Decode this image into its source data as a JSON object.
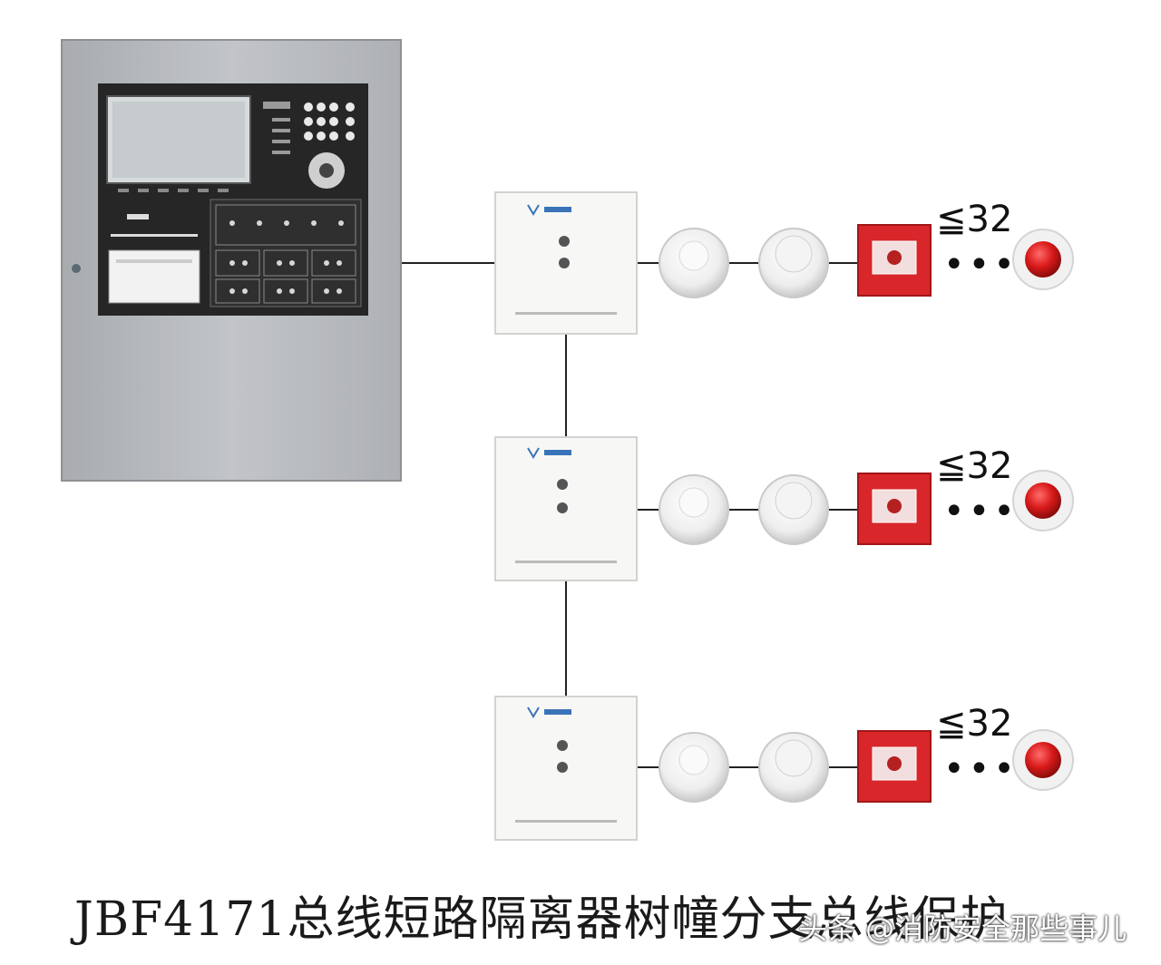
{
  "caption": "JBF4171总线短路隔离器树幢分支总线保护",
  "watermark": "头条 @消防安全那些事儿",
  "branches": [
    {
      "count_label": "≦32",
      "ellipsis": "•••"
    },
    {
      "count_label": "≦32",
      "ellipsis": "•••"
    },
    {
      "count_label": "≦32",
      "ellipsis": "•••"
    }
  ],
  "colors": {
    "panel": "#b9bcbf",
    "panel_front": "#2b2b2b",
    "isolator": "#f7f7f5",
    "call_point": "#d8262a",
    "alarm": "#d91a1a",
    "wire": "#222222"
  },
  "icons": [
    "control-panel",
    "isolator-module",
    "smoke-detector",
    "heat-detector",
    "manual-call-point",
    "alarm-light"
  ]
}
